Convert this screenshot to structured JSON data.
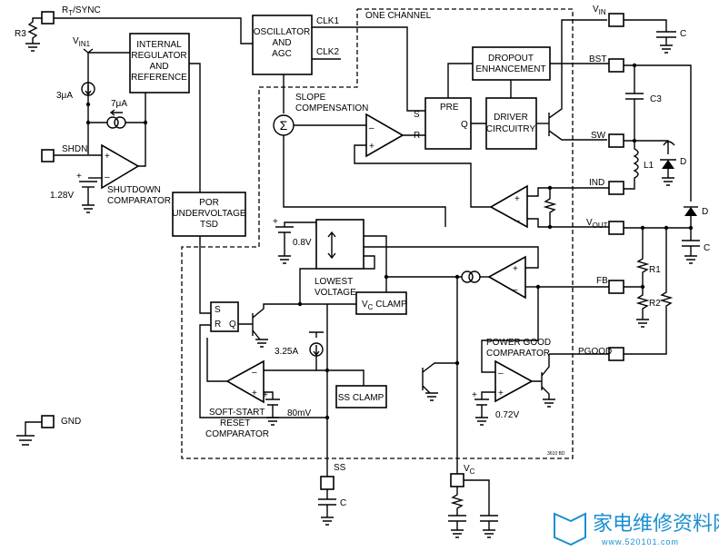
{
  "pins": {
    "rt_sync_main": "R",
    "rt_sync_sub": "T",
    "rt_sync_rest": "/SYNC",
    "r3": "R3",
    "vin1_main": "V",
    "vin1_sub": "IN1",
    "shdn": "SHDN",
    "gnd": "GND",
    "vin_main": "V",
    "vin_sub": "IN",
    "bst": "BST",
    "sw": "SW",
    "ind": "IND",
    "vout_main": "V",
    "vout_sub": "OUT",
    "fb": "FB",
    "pgood": "PGOOD",
    "ss": "SS",
    "vc_main": "V",
    "vc_sub": "C"
  },
  "blocks": {
    "regulator": [
      "INTERNAL",
      "REGULATOR",
      "AND",
      "REFERENCE"
    ],
    "oscillator": [
      "OSCILLATOR",
      "AND",
      "AGC"
    ],
    "dropout": [
      "DROPOUT",
      "ENHANCEMENT"
    ],
    "driver": [
      "DRIVER",
      "CIRCUITRY"
    ],
    "por": [
      "POR",
      "UNDERVOLTAGE",
      "TSD"
    ],
    "vc_clamp_main": "V",
    "vc_clamp_sub": "C",
    "vc_clamp_rest": " CLAMP",
    "ss_clamp": "SS CLAMP",
    "latch_pre": "PRE",
    "latch_s": "S",
    "latch_r": "R",
    "latch_q": "Q",
    "sr_s": "S",
    "sr_r": "R",
    "sr_q": "Q"
  },
  "labels": {
    "clk1": "CLK1",
    "clk2": "CLK2",
    "one_channel": "ONE CHANNEL",
    "slope_comp": [
      "SLOPE",
      "COMPENSATION"
    ],
    "sigma": "Σ",
    "shutdown_comp": [
      "SHUTDOWN",
      "COMPARATOR"
    ],
    "ref_128": "1.28V",
    "i_3ua": "3μA",
    "i_7ua": "7μA",
    "v_08": "0.8V",
    "lowest_voltage": [
      "LOWEST",
      "VOLTAGE"
    ],
    "i_325": "3.25A",
    "v_80mv": "80mV",
    "softstart": [
      "SOFT-START",
      "RESET",
      "COMPARATOR"
    ],
    "pg_comp": [
      "POWER GOOD",
      "COMPARATOR"
    ],
    "v_072": "0.72V",
    "c1": "C",
    "c3": "C3",
    "l1": "L1",
    "d1": "D",
    "d2": "D",
    "c2": "C",
    "r1": "R1",
    "r2": "R2",
    "css": "C",
    "plus": "+",
    "minus": "–",
    "fig_code": "3610 BD"
  },
  "watermark": {
    "cn": "家电维修资料网",
    "url": "www.520101.com"
  }
}
